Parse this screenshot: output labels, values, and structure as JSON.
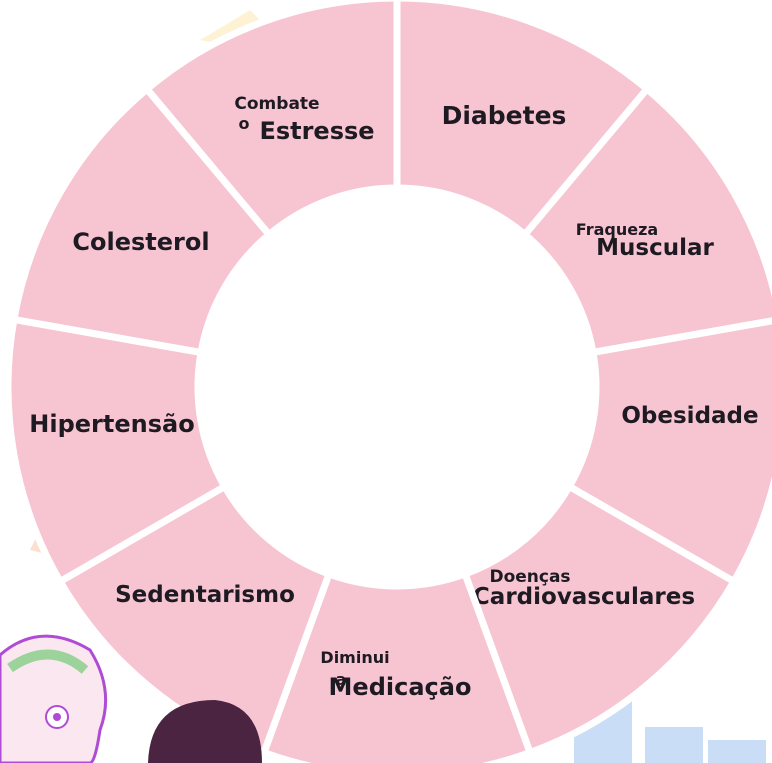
{
  "wheel": {
    "segment_color": "#f7c4d2",
    "divider_color": "#ffffff",
    "segments": [
      {
        "line1": "",
        "line2": "Diabetes"
      },
      {
        "line1": "Fraqueza",
        "line2": "Muscular"
      },
      {
        "line1": "",
        "line2": "Obesidade"
      },
      {
        "line1": "Doenças",
        "line2": "Cardiovasculares"
      },
      {
        "line1": "Diminui",
        "prefix": "a",
        "line2": "Medicação"
      },
      {
        "line1": "",
        "line2": "Sedentarismo"
      },
      {
        "line1": "",
        "line2": "Hipertensão"
      },
      {
        "line1": "",
        "line2": "Colesterol"
      },
      {
        "line1": "Combate",
        "prefix": "o",
        "line2": "Estresse"
      }
    ]
  },
  "decorations": {
    "bars_color": "#c9ddf7",
    "character_outline_color": "#b04bd6",
    "hat_color": "#4a2440"
  }
}
